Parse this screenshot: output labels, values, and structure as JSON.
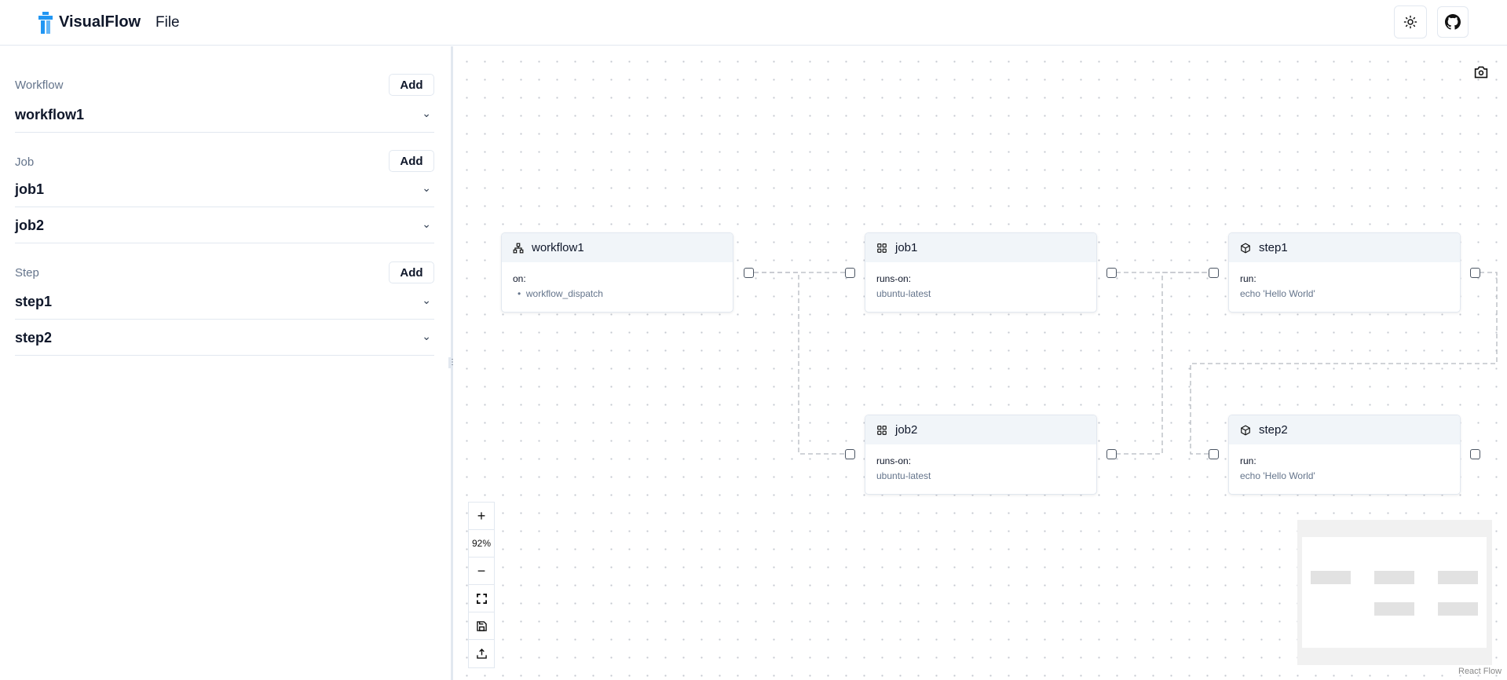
{
  "header": {
    "brand": "VisualFlow",
    "menu_file": "File",
    "theme_icon": "sun-icon",
    "github_icon": "github-icon"
  },
  "sidebar": {
    "sections": [
      {
        "label": "Workflow",
        "add_label": "Add",
        "items": [
          {
            "label": "workflow1"
          }
        ]
      },
      {
        "label": "Job",
        "add_label": "Add",
        "items": [
          {
            "label": "job1"
          },
          {
            "label": "job2"
          }
        ]
      },
      {
        "label": "Step",
        "add_label": "Add",
        "items": [
          {
            "label": "step1"
          },
          {
            "label": "step2"
          }
        ]
      }
    ]
  },
  "canvas": {
    "nodes": [
      {
        "title": "workflow1",
        "key": "on:",
        "value": "workflow_dispatch",
        "icon": "sitemap-icon"
      },
      {
        "title": "job1",
        "key": "runs-on:",
        "value": "ubuntu-latest",
        "icon": "grid-icon"
      },
      {
        "title": "job2",
        "key": "runs-on:",
        "value": "ubuntu-latest",
        "icon": "grid-icon"
      },
      {
        "title": "step1",
        "key": "run:",
        "value": "echo 'Hello World'",
        "icon": "cube-icon"
      },
      {
        "title": "step2",
        "key": "run:",
        "value": "echo 'Hello World'",
        "icon": "cube-icon"
      }
    ],
    "controls": {
      "zoom_in": "+",
      "zoom_level": "92%",
      "zoom_out": "−"
    },
    "attribution": "React Flow"
  }
}
